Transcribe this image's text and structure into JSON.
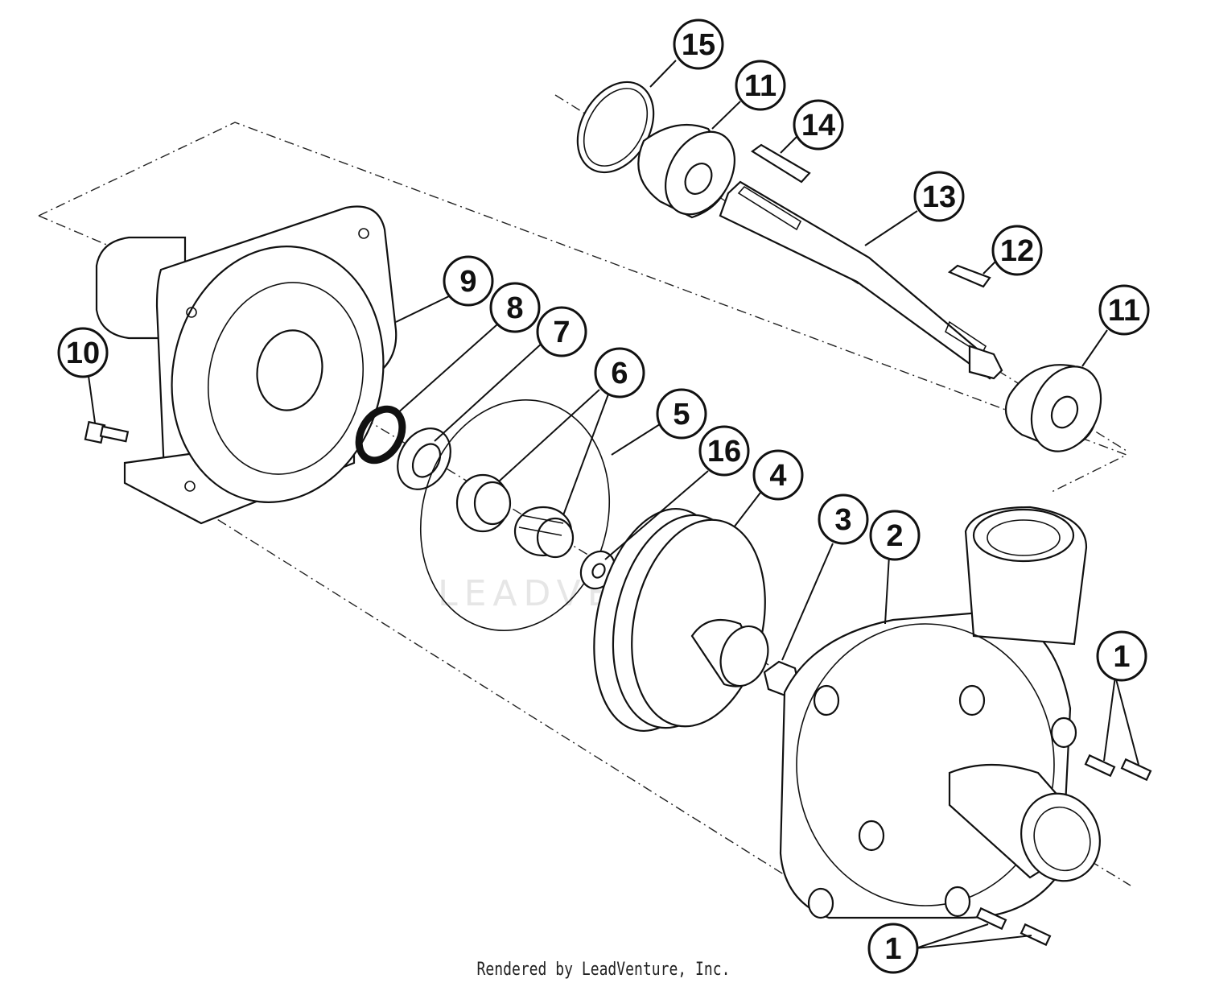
{
  "diagram": {
    "callouts": [
      {
        "id": "c15",
        "label": "15"
      },
      {
        "id": "c11a",
        "label": "11"
      },
      {
        "id": "c14",
        "label": "14"
      },
      {
        "id": "c13",
        "label": "13"
      },
      {
        "id": "c12",
        "label": "12"
      },
      {
        "id": "c11b",
        "label": "11"
      },
      {
        "id": "c9",
        "label": "9"
      },
      {
        "id": "c8",
        "label": "8"
      },
      {
        "id": "c7",
        "label": "7"
      },
      {
        "id": "c10",
        "label": "10"
      },
      {
        "id": "c6",
        "label": "6"
      },
      {
        "id": "c5",
        "label": "5"
      },
      {
        "id": "c16",
        "label": "16"
      },
      {
        "id": "c4",
        "label": "4"
      },
      {
        "id": "c3",
        "label": "3"
      },
      {
        "id": "c2",
        "label": "2"
      },
      {
        "id": "c1a",
        "label": "1"
      },
      {
        "id": "c1b",
        "label": "1"
      }
    ],
    "watermark": "LEADVENTURE"
  },
  "footer": {
    "text": "Rendered by LeadVenture, Inc."
  }
}
